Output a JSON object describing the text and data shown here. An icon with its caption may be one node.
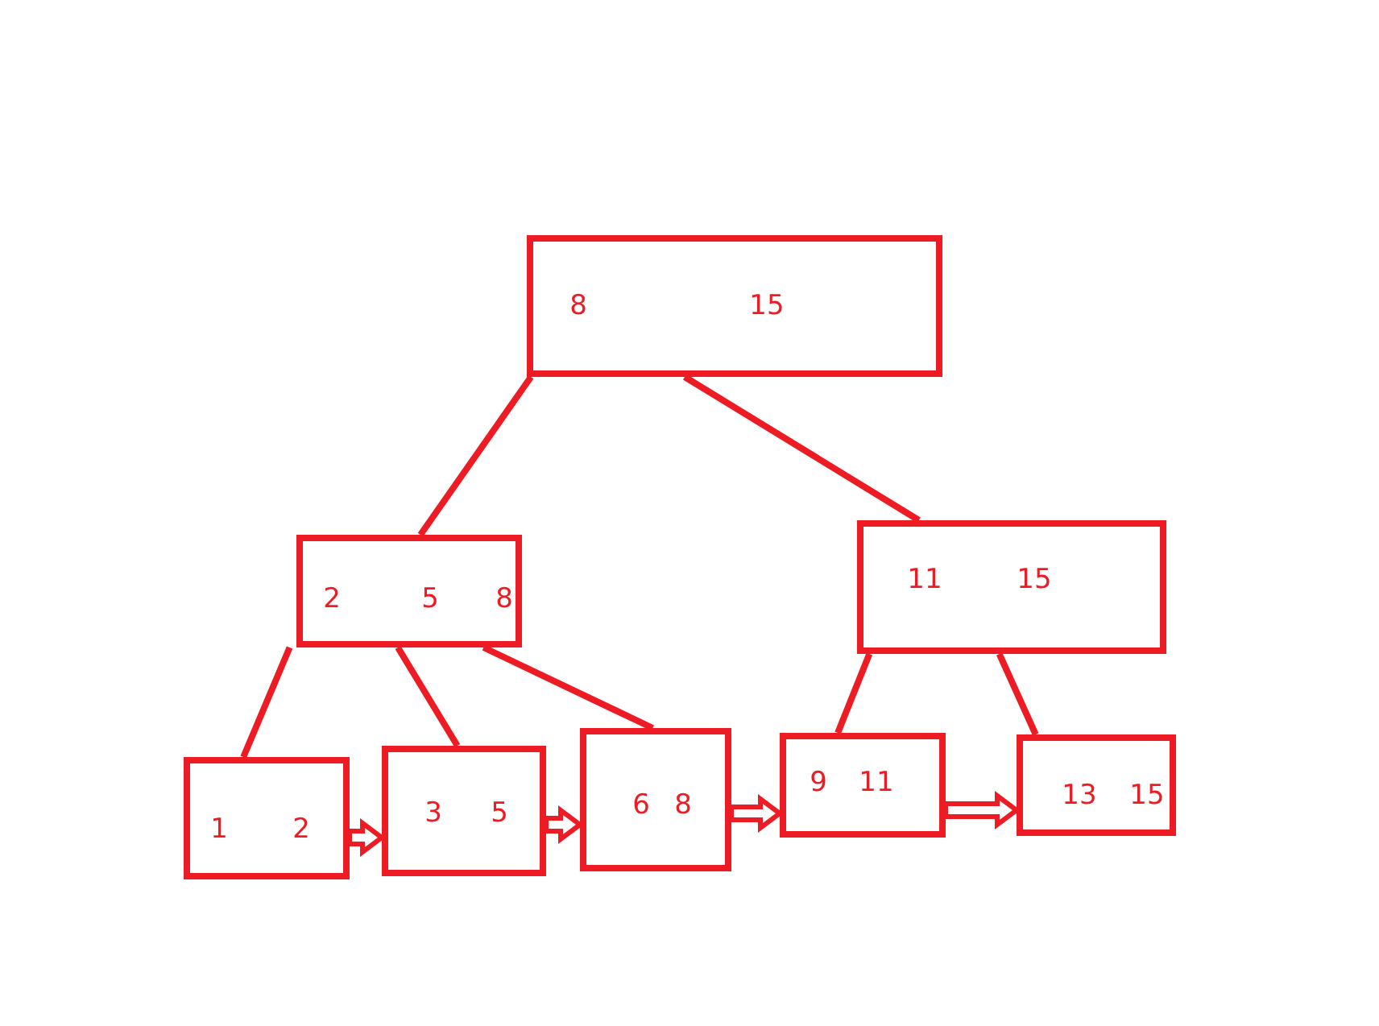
{
  "diagram": {
    "nodes": [
      {
        "text": [
          "8",
          "15"
        ]
      },
      {
        "text": [
          "2",
          "5",
          "8"
        ]
      },
      {
        "text": [
          "11",
          "15"
        ]
      },
      {
        "text": [
          "1",
          "2"
        ]
      },
      {
        "text": [
          "3",
          "5"
        ]
      },
      {
        "text": [
          "6",
          "8"
        ]
      },
      {
        "text": [
          "9",
          "11"
        ]
      },
      {
        "text": [
          "13",
          "15"
        ]
      }
    ],
    "edges": [
      {
        "from": 0,
        "to": 1,
        "arrow": "none"
      },
      {
        "from": 0,
        "to": 2,
        "arrow": "none"
      },
      {
        "from": 1,
        "to": 3,
        "arrow": "none"
      },
      {
        "from": 1,
        "to": 4,
        "arrow": "none"
      },
      {
        "from": 1,
        "to": 5,
        "arrow": "none"
      },
      {
        "from": 2,
        "to": 6,
        "arrow": "none"
      },
      {
        "from": 2,
        "to": 7,
        "arrow": "none"
      },
      {
        "from": 3,
        "to": 4,
        "arrow": "to",
        "style": "thick"
      },
      {
        "from": 4,
        "to": 5,
        "arrow": "to",
        "style": "thick"
      },
      {
        "from": 5,
        "to": 6,
        "arrow": "to",
        "style": "thick"
      },
      {
        "from": 6,
        "to": 7,
        "arrow": "to",
        "style": "thick"
      }
    ]
  }
}
